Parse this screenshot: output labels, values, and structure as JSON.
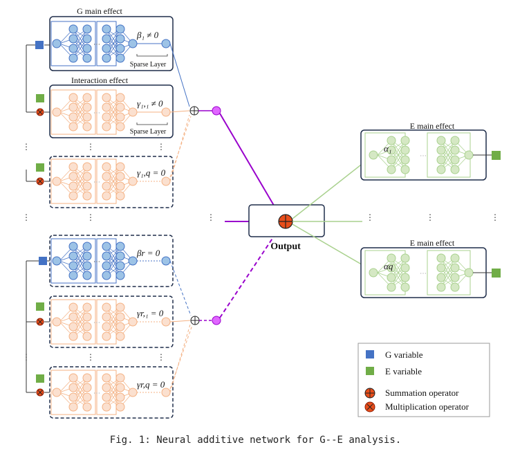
{
  "diagram": {
    "g_main_title": "G main effect",
    "interaction_title": "Interaction effect",
    "e_main_title": "E main effect",
    "sparse_layer_label": "Sparse Layer",
    "output_label": "Output",
    "vdots": "⋮",
    "hdots": "⋯",
    "eq_beta1": "β₁ ≠ 0",
    "eq_gamma11": "γ₁,₁ ≠ 0",
    "eq_gamma1q": "γ₁,q = 0",
    "eq_betar": "βr = 0",
    "eq_gammar1": "γr,₁ = 0",
    "eq_gammarq": "γr,q = 0",
    "alpha1": "α₁",
    "alphaq": "αq"
  },
  "legend": {
    "g_variable": "G variable",
    "e_variable": "E variable",
    "summation": "Summation operator",
    "multiplication": "Multiplication operator"
  },
  "colors": {
    "g_blue": "#4472c4",
    "e_green": "#70ad47",
    "int_orange": "#f4b183",
    "output_purple": "#9900cc",
    "op_red": "#e84e1b",
    "box_border": "#1f2d4a"
  },
  "caption": "Fig. 1: Neural additive network for G--E analysis."
}
